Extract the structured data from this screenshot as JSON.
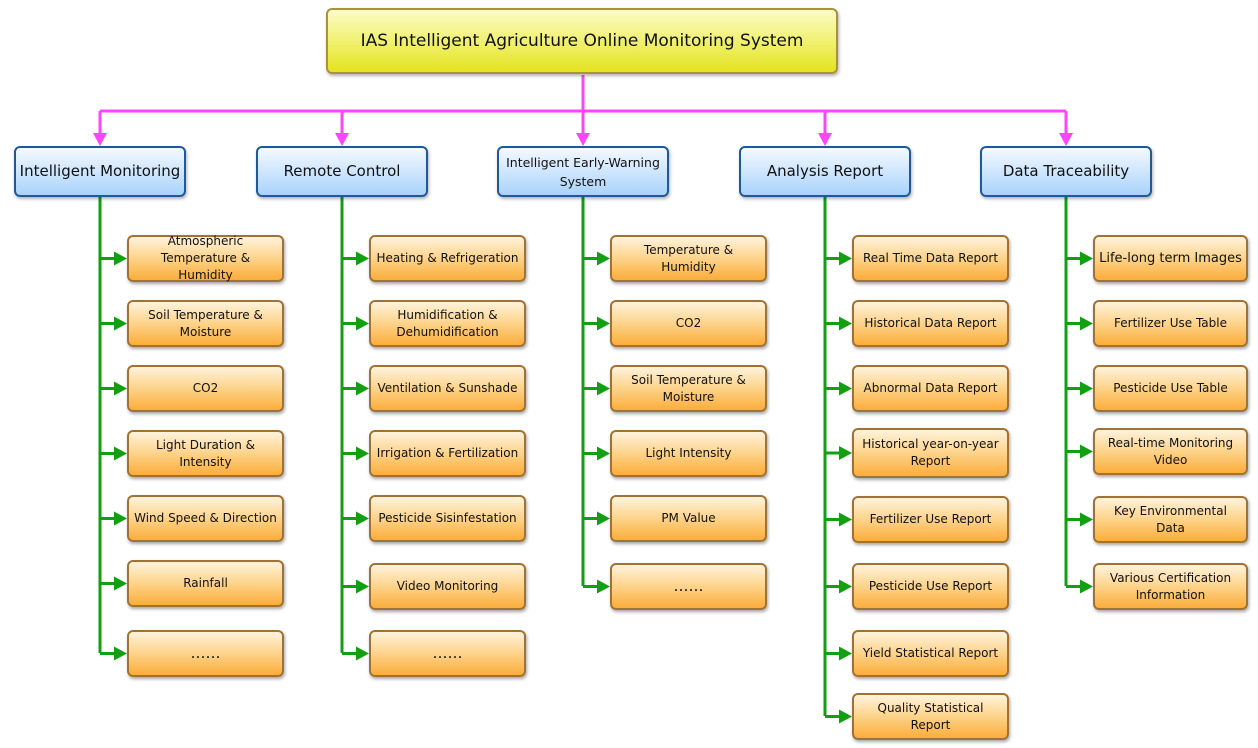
{
  "root": "IAS Intelligent Agriculture Online Monitoring System",
  "colors": {
    "connector_top": "#ff44ff",
    "connector_branch": "#12a012"
  },
  "categories": [
    {
      "label": "Intelligent Monitoring",
      "items": [
        "Atmospheric Temperature & Humidity",
        "Soil Temperature & Moisture",
        "CO2",
        "Light Duration & Intensity",
        "Wind Speed & Direction",
        "Rainfall",
        "……"
      ]
    },
    {
      "label": "Remote Control",
      "items": [
        "Heating & Refrigeration",
        "Humidification & Dehumidification",
        "Ventilation & Sunshade",
        "Irrigation & Fertilization",
        "Pesticide Sisinfestation",
        "Video Monitoring",
        "……"
      ]
    },
    {
      "label": "Intelligent Early-Warning System",
      "items": [
        "Temperature & Humidity",
        "CO2",
        "Soil Temperature & Moisture",
        "Light Intensity",
        "PM Value",
        "……"
      ]
    },
    {
      "label": "Analysis Report",
      "items": [
        "Real Time Data Report",
        "Historical Data Report",
        "Abnormal Data Report",
        "Historical year-on-year Report",
        "Fertilizer Use Report",
        "Pesticide Use Report",
        "Yield Statistical Report",
        "Quality Statistical Report"
      ]
    },
    {
      "label": "Data Traceability",
      "items": [
        "Life-long term Images",
        "Fertilizer Use Table",
        "Pesticide Use Table",
        "Real-time Monitoring Video",
        "Key Environmental Data",
        "Various Certification Information"
      ]
    }
  ]
}
